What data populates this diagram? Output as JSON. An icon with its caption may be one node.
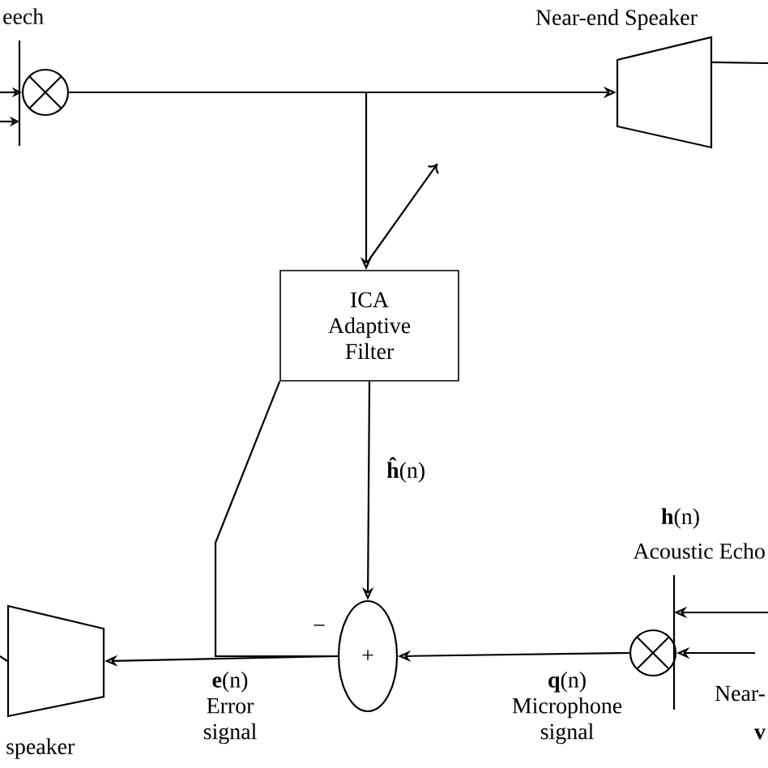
{
  "diagram": {
    "nodes": [
      {
        "text": [],
        "shape": "circle"
      },
      {
        "text": [
          "Near-end Speaker"
        ]
      },
      {
        "text": [
          "ICA Adaptive Filter"
        ]
      },
      {
        "text": [
          "+"
        ],
        "beside": [
          "−"
        ]
      },
      {
        "text": [],
        "shape": "circle"
      },
      {
        "text": [
          "speaker"
        ]
      }
    ],
    "edges": [
      {
        "from": 0,
        "to": 1,
        "arrow": "to"
      },
      {
        "from": 0,
        "to": 2,
        "arrow": "to"
      },
      {
        "from": 2,
        "to": 3,
        "arrow": "to",
        "label": "**ĥ**(n)"
      },
      {
        "from": 3,
        "to": 5,
        "arrow": "to",
        "label": "**e**(n) Error signal"
      },
      {
        "from": 3,
        "to": 2,
        "arrow": "none"
      },
      {
        "from": 4,
        "to": 3,
        "arrow": "to",
        "label": "**q**(n) Microphone signal"
      },
      {
        "from": null,
        "to": 4,
        "arrow": "to"
      },
      {
        "from": null,
        "to": 4,
        "arrow": "to"
      },
      {
        "from": null,
        "to": 0,
        "arrow": "to"
      },
      {
        "from": null,
        "to": 0,
        "arrow": "to"
      },
      {
        "from": 1,
        "to": null,
        "arrow": "none"
      },
      {
        "from": 5,
        "to": null,
        "arrow": "none"
      }
    ],
    "labels": [
      "eech",
      "**h**(n)",
      "Acoustic Echo",
      "Near-",
      "v"
    ]
  }
}
